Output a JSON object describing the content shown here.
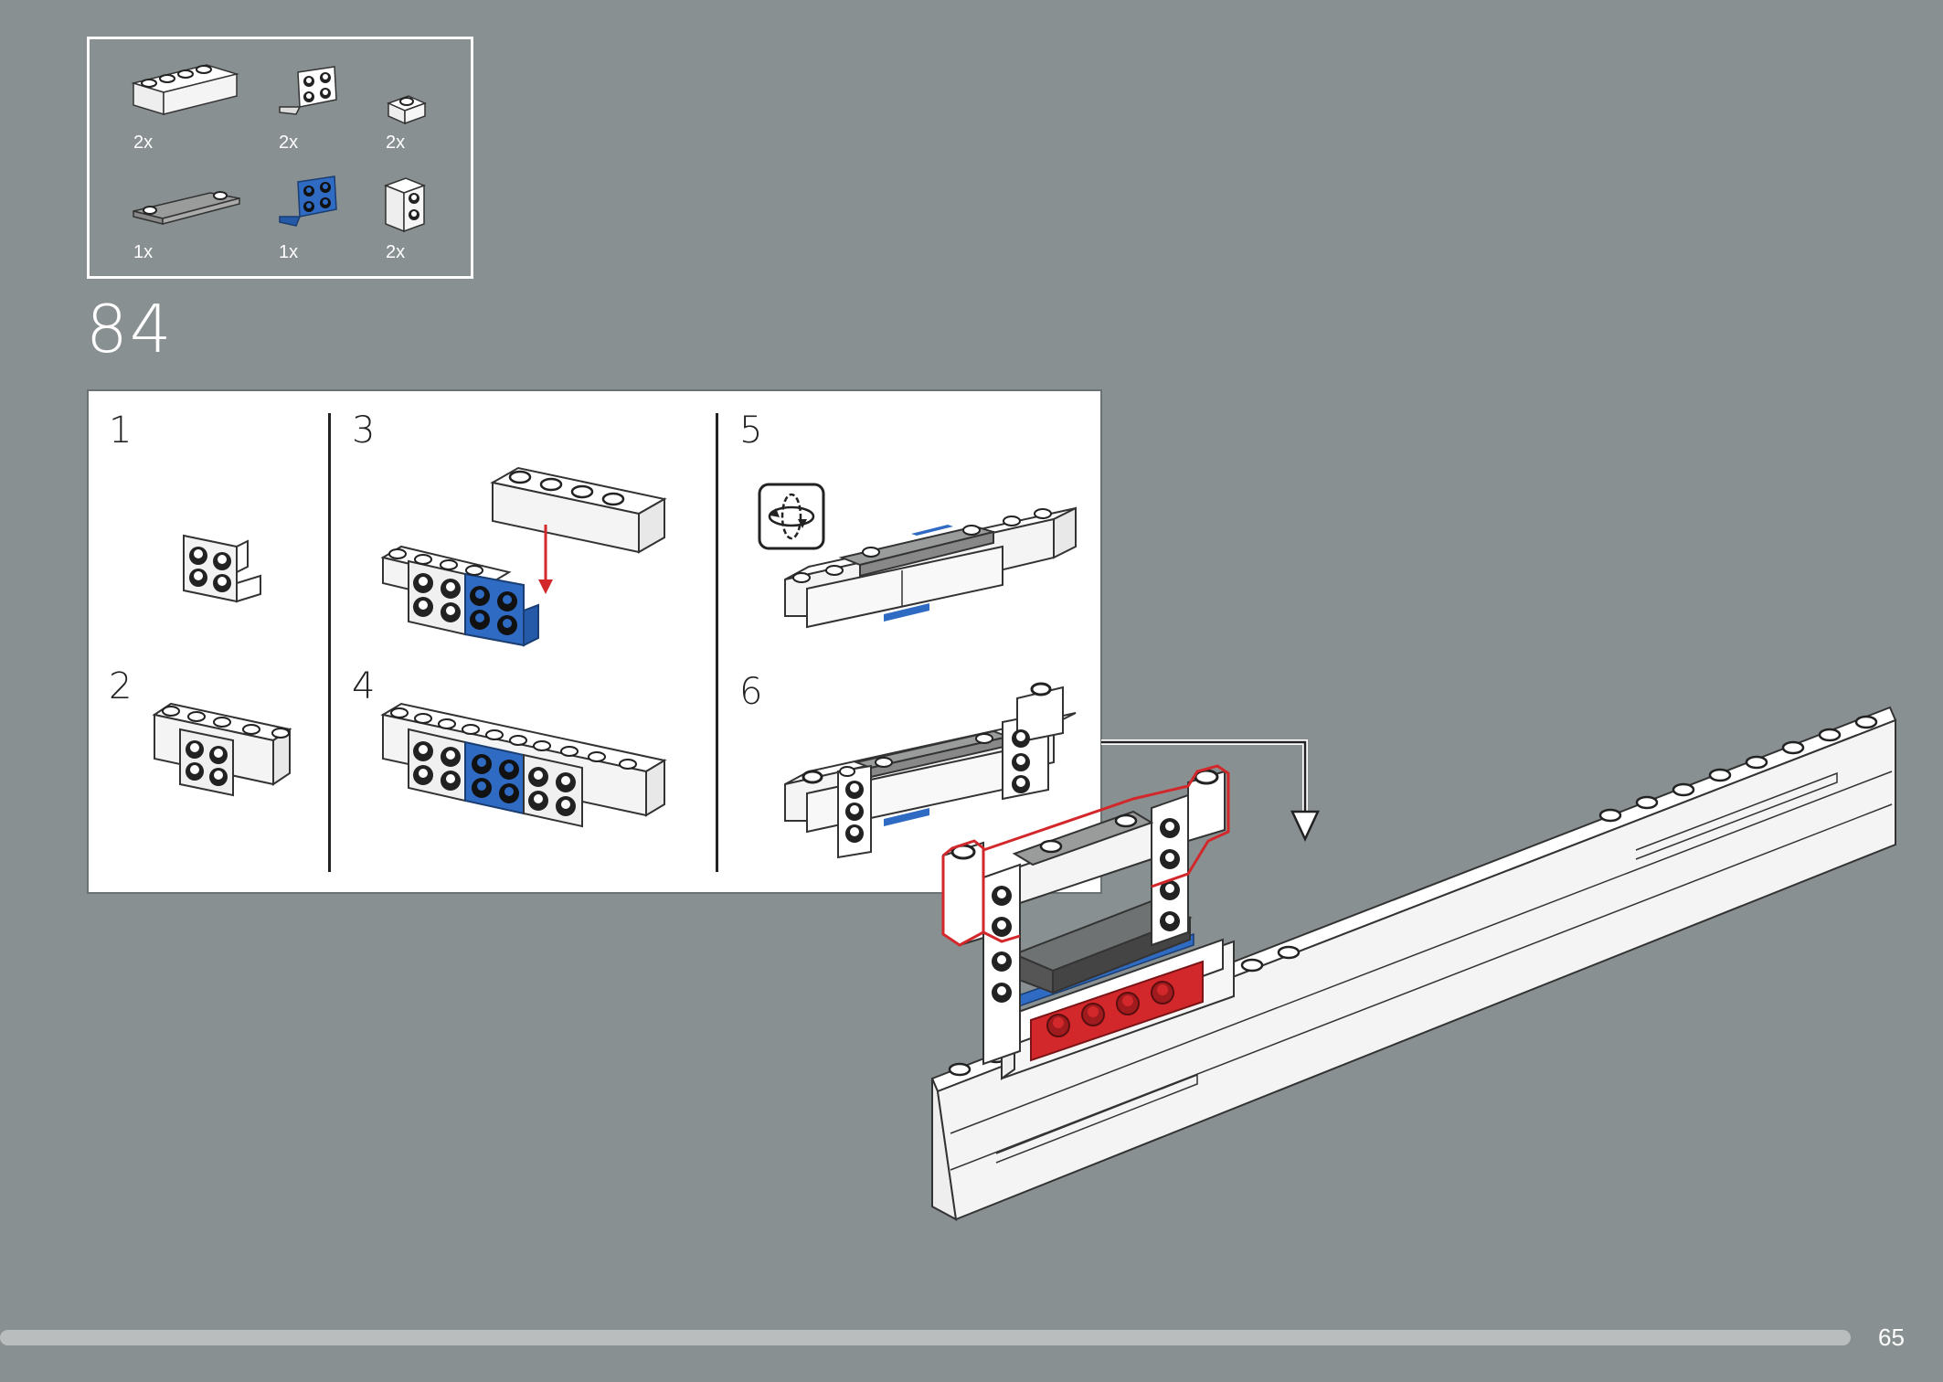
{
  "step": {
    "number": "84"
  },
  "parts_list": [
    {
      "name": "brick-1x4-white",
      "qty": "2x"
    },
    {
      "name": "bracket-1x2-2x2-white",
      "qty": "2x"
    },
    {
      "name": "plate-1x1-white",
      "qty": "2x"
    },
    {
      "name": "tile-1x4-gray",
      "qty": "1x"
    },
    {
      "name": "bracket-1x2-2x2-blue",
      "qty": "1x"
    },
    {
      "name": "brick-1x1-studs-side-white",
      "qty": "2x"
    }
  ],
  "substeps": [
    {
      "number": "1"
    },
    {
      "number": "2"
    },
    {
      "number": "3"
    },
    {
      "number": "4"
    },
    {
      "number": "5"
    },
    {
      "number": "6"
    }
  ],
  "rotate_icon": "rotate-model-icon",
  "colors": {
    "background": "#899092",
    "blue": "#2f6bc2",
    "red": "#d2282b",
    "gray": "#9a9c9c"
  },
  "page": {
    "number": "65"
  }
}
